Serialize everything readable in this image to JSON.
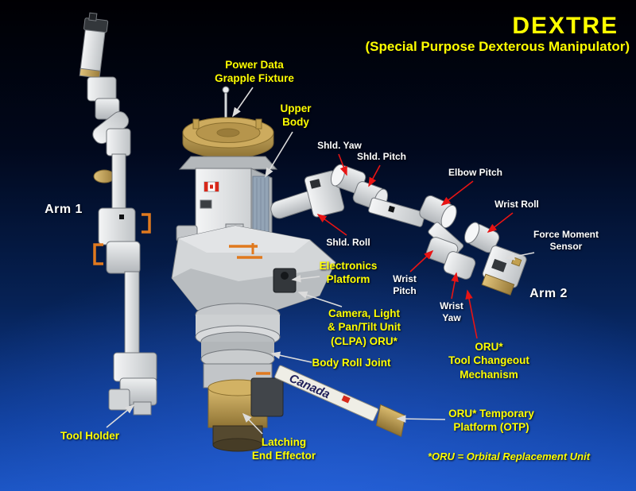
{
  "header": {
    "title": "DEXTRE",
    "subtitle": "(Special Purpose Dexterous Manipulator)"
  },
  "annotations": {
    "power_data_grapple_fixture": "Power Data\nGrapple Fixture",
    "upper_body": "Upper\nBody",
    "shld_yaw": "Shld. Yaw",
    "shld_pitch": "Shld. Pitch",
    "elbow_pitch": "Elbow Pitch",
    "wrist_roll": "Wrist Roll",
    "force_moment_sensor": "Force Moment\nSensor",
    "arm_1": "Arm 1",
    "arm_2": "Arm 2",
    "shld_roll": "Shld. Roll",
    "electronics_platform": "Electronics\nPlatform",
    "wrist_pitch": "Wrist\nPitch",
    "wrist_yaw": "Wrist\nYaw",
    "camera_light_pan_tilt": "Camera, Light\n& Pan/Tilt Unit\n(CLPA) ORU*",
    "oru_tool_changeout": "ORU*\nTool Changeout\nMechanism",
    "body_roll_joint": "Body Roll Joint",
    "tool_holder": "Tool Holder",
    "latching_end_effector": "Latching\nEnd Effector",
    "oru_temporary_platform": "ORU* Temporary\nPlatform (OTP)"
  },
  "footnote": "*ORU = Orbital Replacement Unit",
  "illustration": {
    "canada_wordmark": "Canada"
  },
  "colors": {
    "label_yellow": "#ffff00",
    "label_white": "#ffffff",
    "arrow_red": "#e81414",
    "arrow_white": "#dcdcdc",
    "background_top": "#000003",
    "background_bottom": "#1a53c0",
    "gold": "#c2a050",
    "handle_orange": "#e0791e",
    "flag_red": "#d7281a"
  }
}
